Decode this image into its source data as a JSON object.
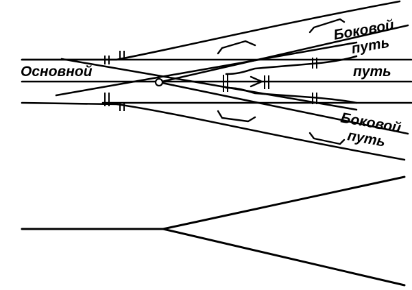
{
  "labels": {
    "main_track": "Основной",
    "main_track_way": "путь",
    "upper_side_track_line1": "Боковой",
    "upper_side_track_line2": "путь",
    "lower_side_track_line1": "Боковой",
    "lower_side_track_line2": "путь"
  }
}
